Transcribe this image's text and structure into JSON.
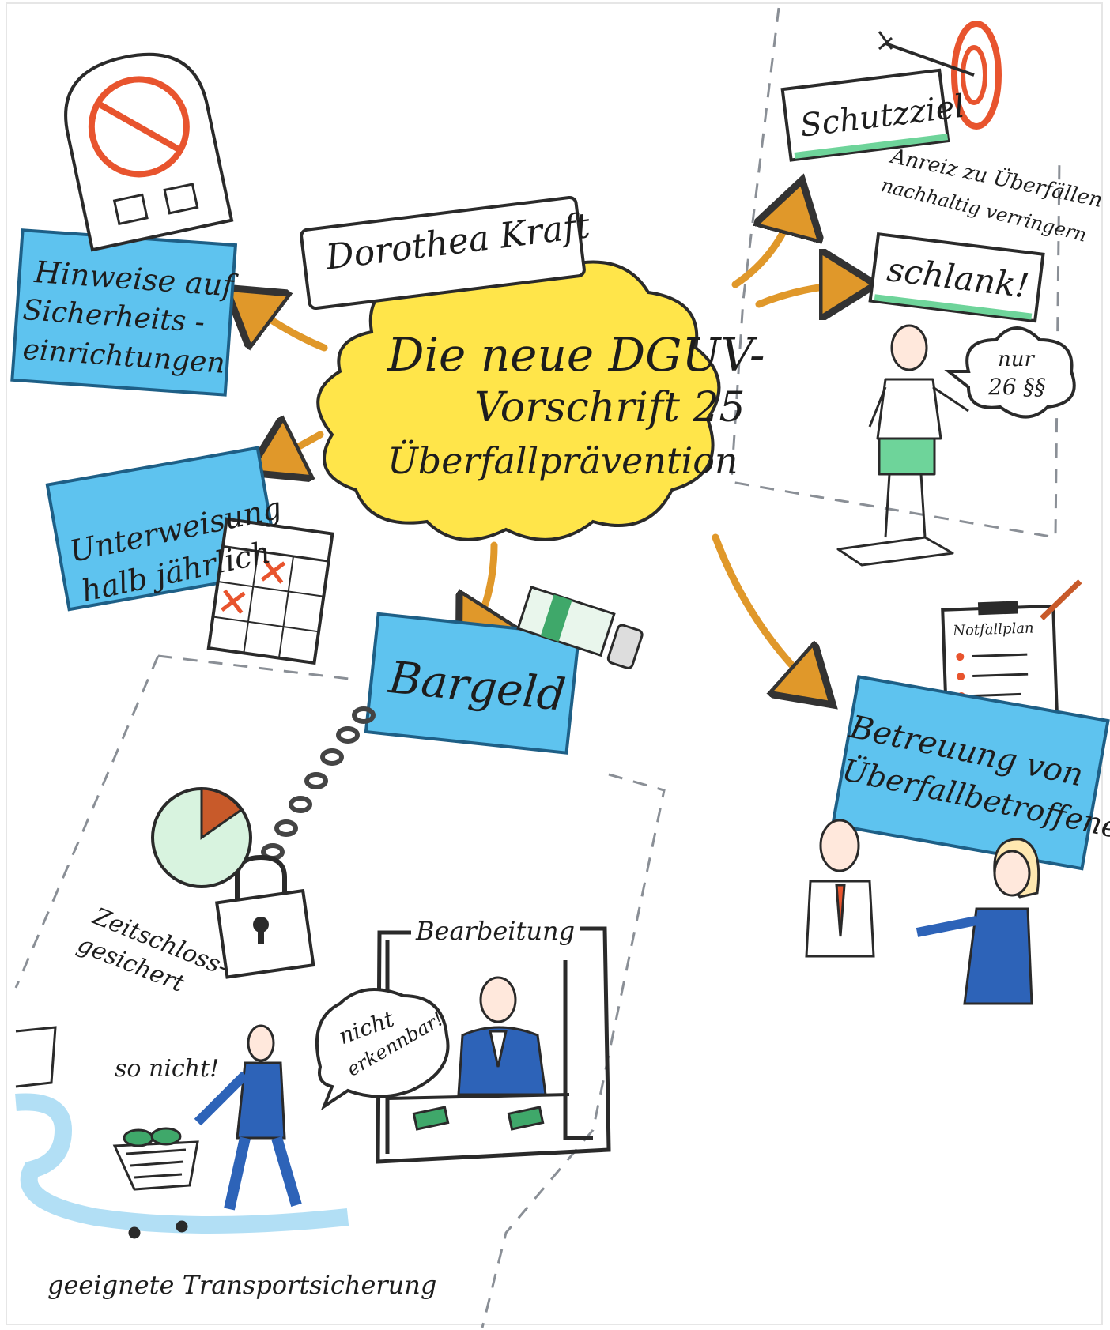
{
  "presenter": "Dorothea Kraft",
  "center_title": {
    "line1": "Die neue DGUV-",
    "line2": "Vorschrift 25",
    "line3": "Überfallprävention"
  },
  "hinweise": {
    "line1": "Hinweise auf",
    "line2": "Sicherheits -",
    "line3": "einrichtungen"
  },
  "unterweisung": {
    "line1": "Unterweisung",
    "line2": "halb jährlich"
  },
  "schutzziel": {
    "label": "Schutzziel",
    "note_line1": "Anreiz zu Überfällen",
    "note_line2": "nachhaltig verringern"
  },
  "schlank": {
    "label": "schlank!",
    "bubble_line1": "nur",
    "bubble_line2": "26 §§"
  },
  "bargeld": {
    "label": "Bargeld",
    "timelock_line1": "Zeitschloss-",
    "timelock_line2": "gesichert",
    "bearbeitung": "Bearbeitung",
    "bubble_line1": "nicht",
    "bubble_line2": "erkennbar!",
    "so_nicht": "so nicht!",
    "transport": "geeignete Transportsicherung"
  },
  "betreuung": {
    "line1": "Betreuung von",
    "line2": "Überfallbetroffenen",
    "notfallplan": "Notfallplan"
  },
  "colors": {
    "cloud": "#ffe54a",
    "box_blue": "#5ec3ef",
    "arrow": "#e0982a",
    "green": "#6ed49a",
    "red": "#e8542e",
    "suit": "#2d63b8"
  },
  "icons": [
    "no-entry-sign-icon",
    "calendar-icon",
    "target-icon",
    "money-stack-icon",
    "padlock-icon",
    "chain-icon",
    "clock-icon",
    "clipboard-icon",
    "shopping-cart-icon",
    "scale-icon"
  ]
}
